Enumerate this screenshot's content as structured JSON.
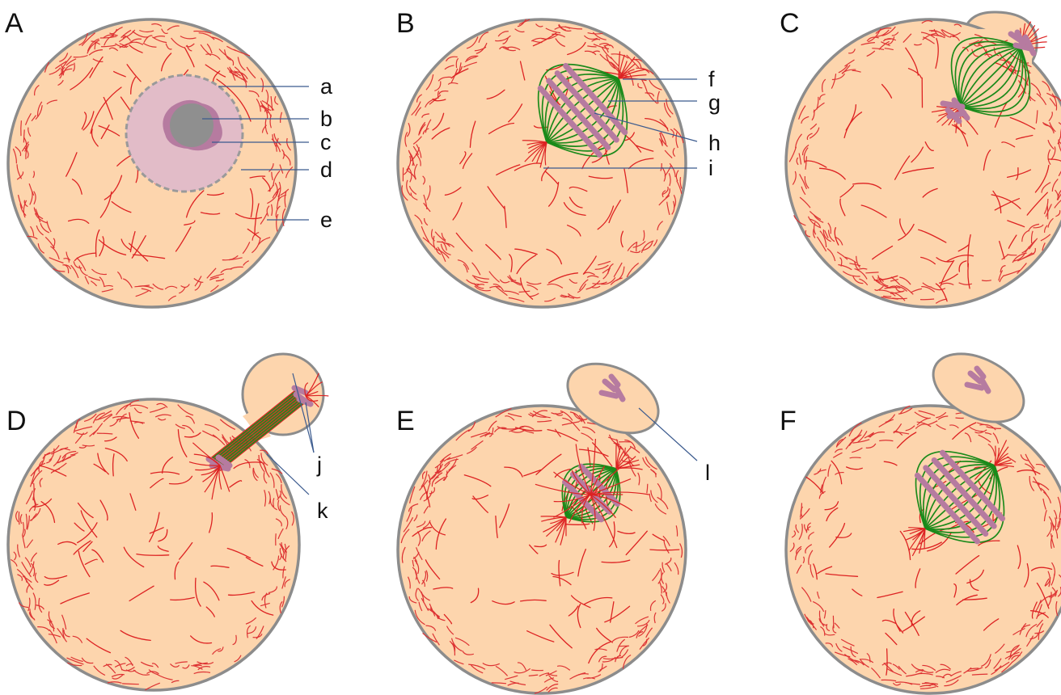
{
  "panels": [
    {
      "id": "A",
      "letter": "A",
      "labels": [
        "a",
        "b",
        "c",
        "d",
        "e"
      ]
    },
    {
      "id": "B",
      "letter": "B",
      "labels": [
        "f",
        "g",
        "h",
        "i"
      ]
    },
    {
      "id": "C",
      "letter": "C",
      "labels": []
    },
    {
      "id": "D",
      "letter": "D",
      "labels": [
        "j",
        "k"
      ]
    },
    {
      "id": "E",
      "letter": "E",
      "labels": [
        "l"
      ]
    },
    {
      "id": "F",
      "letter": "F",
      "labels": []
    }
  ],
  "colors": {
    "cytoplasm": "#fdd5ad",
    "membrane": "#8c8c8c",
    "actin": "#dd2222",
    "microtubule": "#1a8a1a",
    "chromosome": "#b67ba0",
    "germinal_vesicle": "#e2bcc8",
    "nucleolus": "#8f8f8f",
    "leader_line": "#3b5a8e"
  }
}
